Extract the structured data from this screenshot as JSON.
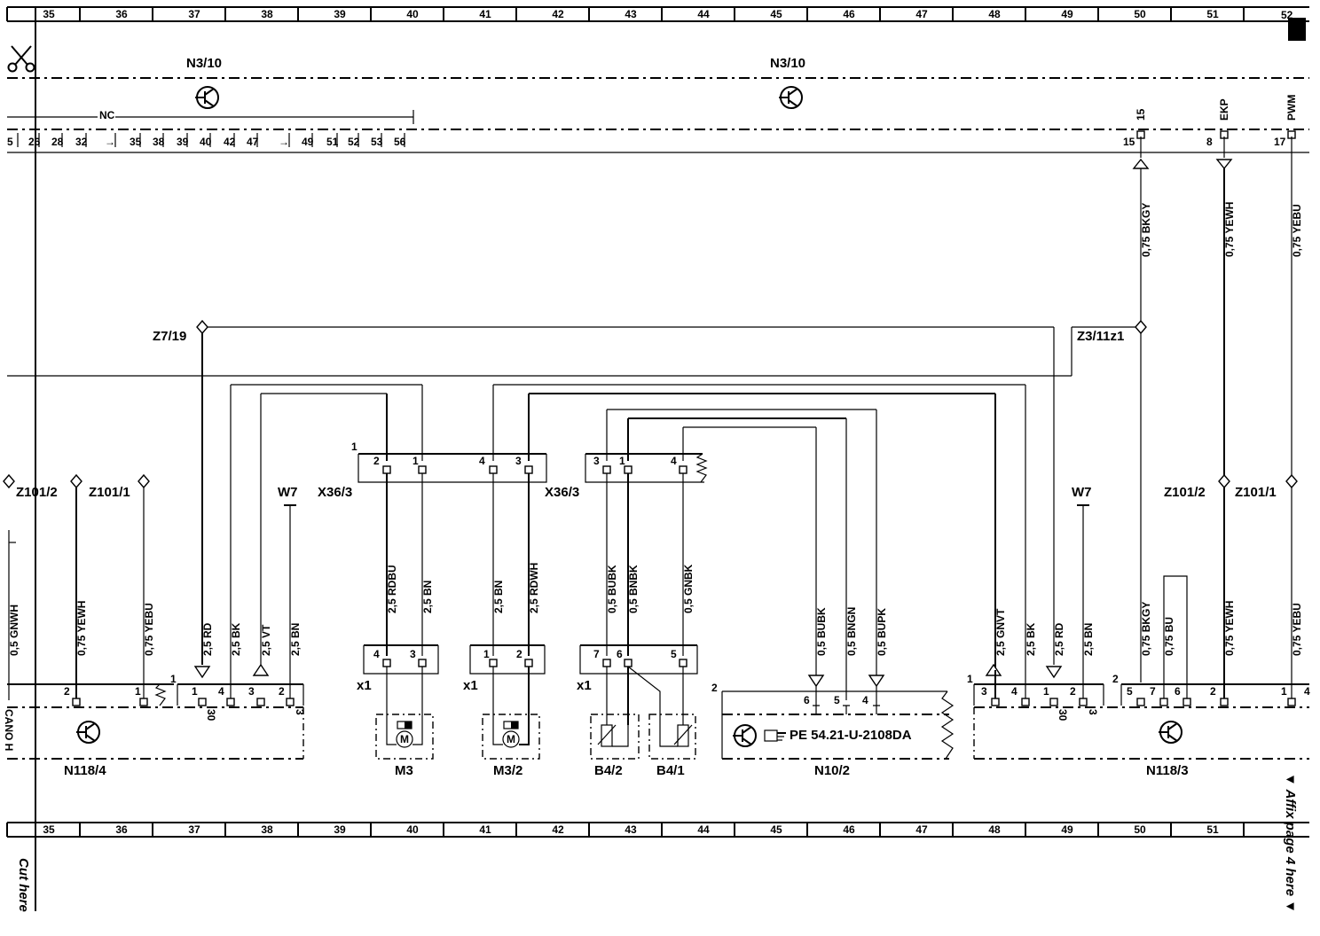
{
  "grid": {
    "columns": [
      "35",
      "36",
      "37",
      "38",
      "39",
      "40",
      "41",
      "42",
      "43",
      "44",
      "45",
      "46",
      "47",
      "48",
      "49",
      "50",
      "51"
    ],
    "corner": "52"
  },
  "cut_text": "Cut here",
  "affix_text": "▼ Affix page 4 here ▼",
  "n3_10": {
    "label_left": "N3/10",
    "label_right": "N3/10",
    "nc": "NC"
  },
  "bus_pins": [
    "5",
    "26",
    "28",
    "32",
    "→",
    "35",
    "38",
    "39",
    "40",
    "42",
    "47",
    "→",
    "49",
    "51",
    "52",
    "53",
    "56"
  ],
  "n3_right_pins": [
    {
      "name": "15",
      "num": "15"
    },
    {
      "name": "EKP",
      "num": "8"
    },
    {
      "name": "PWM",
      "num": "17"
    }
  ],
  "splices": {
    "z7_19": "Z7/19",
    "z3_11z1": "Z3/11z1",
    "z101_2_left": "Z101/2",
    "z101_1_left": "Z101/1",
    "z101_2_right": "Z101/2",
    "z101_1_right": "Z101/1",
    "w7_left": "W7",
    "w7_right": "W7"
  },
  "connectors": {
    "x36_3_left": "X36/3",
    "x36_3_right": "X36/3",
    "x36_left_pin1": "1",
    "x36_pins_left": [
      "2",
      "1",
      "4",
      "3"
    ],
    "x36_pins_right": [
      "3",
      "1",
      "4"
    ]
  },
  "wires": {
    "top_right": [
      "0,75 BKGY",
      "0,75 YEWH",
      "0,75 YEBU"
    ],
    "mid": [
      "2,5 RDBU",
      "2,5 BN",
      "2,5 BN",
      "2,5 RDWH",
      "0,5 BUBK",
      "0,5 BNBK",
      "0,5 GNBK"
    ],
    "bottom_left": [
      "0,5 GNWH",
      "0,75 YEWH",
      "0,75 YEBU",
      "2,5 RD",
      "2,5 BK",
      "2,5 VT",
      "2,5 BN"
    ],
    "bottom_mid": [
      "0,5 BUBK",
      "0,5 BNGN",
      "0,5 BUPK"
    ],
    "bottom_right": [
      "2,5 GNVT",
      "2,5 BK",
      "2,5 RD",
      "2,5 BN",
      "0,75 BKGY",
      "0,75 BU",
      "0,75 YEWH",
      "0,75 YEBU"
    ]
  },
  "components": {
    "n118_4": "N118/4",
    "n118_3": "N118/3",
    "n10_2": "N10/2",
    "n10_2_ref": "PE 54.21-U-2108DA",
    "m3": "M3",
    "m3_2": "M3/2",
    "b4_2": "B4/2",
    "b4_1": "B4/1",
    "x1": "x1",
    "cano": "CANO H"
  },
  "pins": {
    "m3": [
      "4",
      "3"
    ],
    "m3_2": [
      "1",
      "2"
    ],
    "b4": [
      "7",
      "6",
      "5"
    ],
    "n118_4_a": [
      "2",
      "1"
    ],
    "n118_4_b": [
      "1",
      "1",
      "4",
      "3",
      "2"
    ],
    "n118_4_c": [
      "30",
      "3"
    ],
    "n10_2": [
      "2",
      "6",
      "5",
      "4"
    ],
    "n118_3_a": [
      "1",
      "3",
      "4",
      "1",
      "2"
    ],
    "n118_3_b": [
      "30",
      "3"
    ],
    "n118_3_c": [
      "2",
      "5",
      "7",
      "6",
      "2",
      "1",
      "4"
    ]
  }
}
